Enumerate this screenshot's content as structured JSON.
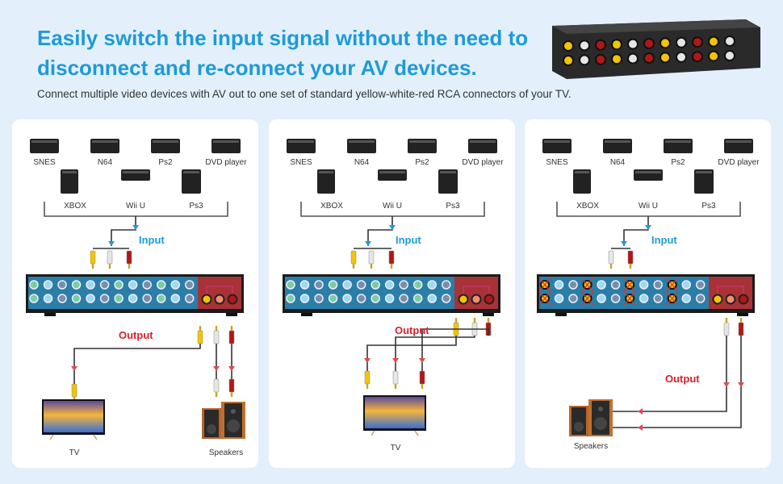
{
  "headline": {
    "line1": "Easily switch the input signal without the need to",
    "line2": "disconnect and re-connect your AV devices."
  },
  "subtitle": "Connect multiple video devices with AV out to one set of standard yellow-white-red RCA connectors of your TV.",
  "devices": [
    "SNES",
    "N64",
    "Ps2",
    "DVD player",
    "XBOX",
    "Wii U",
    "Ps3"
  ],
  "input_label": "Input",
  "output_label": "Output",
  "panels": [
    {
      "id": "video-audio-to-tv-and-speakers",
      "outputs": [
        "TV",
        "Speakers"
      ]
    },
    {
      "id": "video-audio-to-tv",
      "outputs": [
        "TV"
      ]
    },
    {
      "id": "audio-only-to-speakers",
      "outputs": [
        "Speakers"
      ]
    }
  ],
  "colors": {
    "accent_blue": "#1e9ad8",
    "output_red": "#d8202a",
    "switch_blue": "#2a7ea8",
    "switch_red": "#a83236",
    "rca_yellow": "#f2c500",
    "rca_white": "#e6e6e6",
    "rca_red": "#b01818"
  }
}
